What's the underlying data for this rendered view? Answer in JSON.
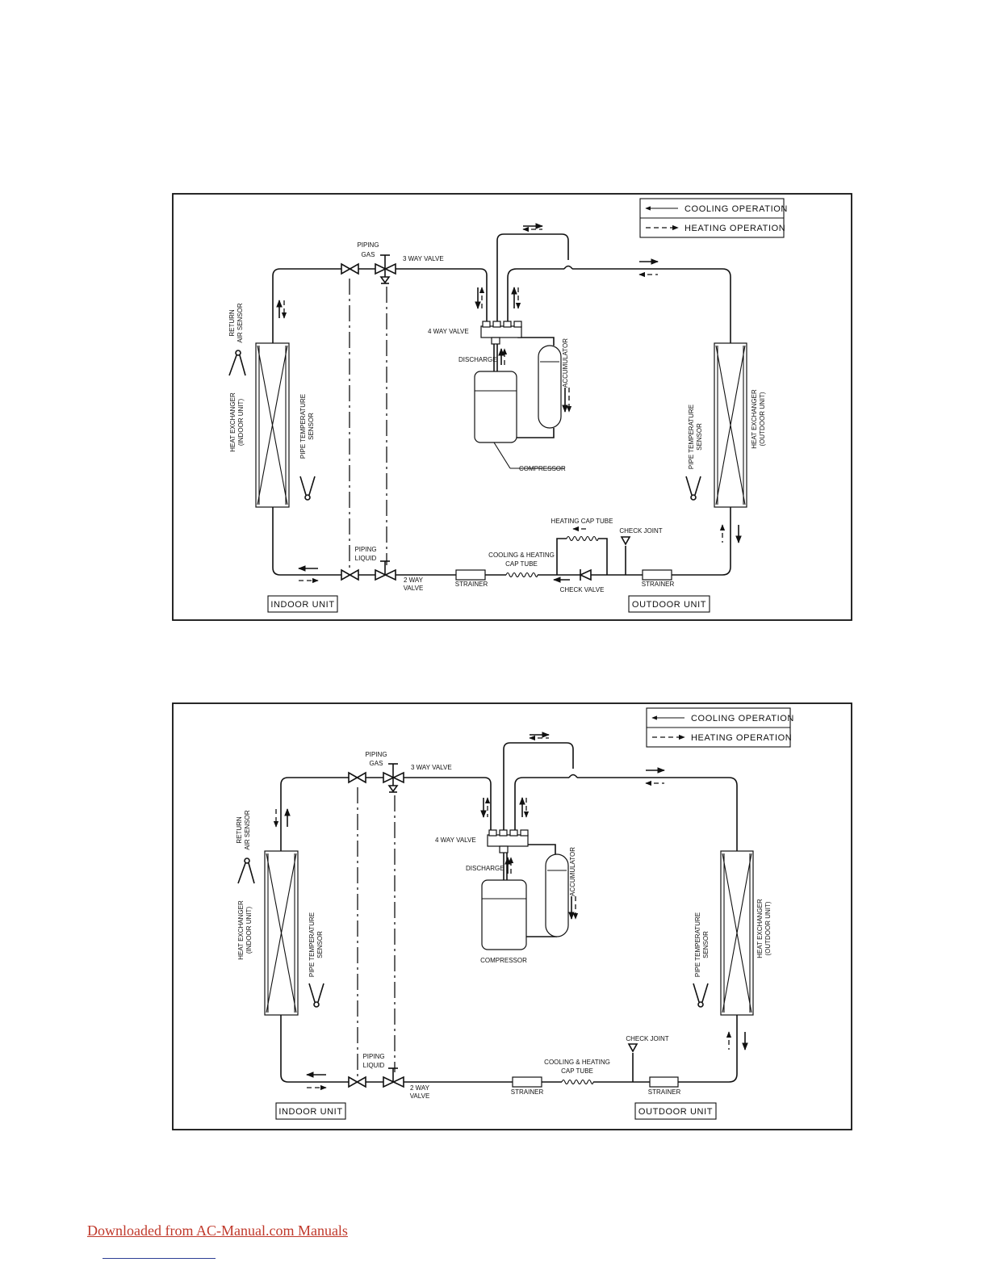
{
  "diagrams": [
    {
      "legend": {
        "cooling": "COOLING  OPERATION",
        "heating": "HEATING  OPERATION"
      },
      "labels": {
        "piping_gas": [
          "PIPING",
          "GAS"
        ],
        "three_way_valve": "3 WAY VALVE",
        "four_way_valve": "4 WAY VALVE",
        "discharge": "DISCHARGE",
        "accumulator": "ACCUMULATOR",
        "compressor": "COMPRESSOR",
        "return_air_sensor": [
          "RETURN",
          "AIR SENSOR"
        ],
        "heat_exchanger_indoor": [
          "HEAT EXCHANGER",
          "(INDOOR UNIT)"
        ],
        "pipe_temp_sensor_indoor": [
          "PIPE TEMPERATURE",
          "SENSOR"
        ],
        "pipe_temp_sensor_outdoor": [
          "PIPE TEMPERATURE",
          "SENSOR"
        ],
        "heat_exchanger_outdoor": [
          "HEAT EXCHANGER",
          "(OUTDOOR UNIT)"
        ],
        "piping_liquid": [
          "PIPING",
          "LIQUID"
        ],
        "two_way_valve": [
          "2 WAY",
          "VALVE"
        ],
        "strainer_left": "STRAINER",
        "cap_tube": [
          "COOLING & HEATING",
          "CAP TUBE"
        ],
        "heating_cap_tube": "HEATING CAP TUBE",
        "check_joint": "CHECK JOINT",
        "check_valve": "CHECK VALVE",
        "strainer_right": "STRAINER",
        "indoor_unit": "INDOOR  UNIT",
        "outdoor_unit": "OUTDOOR  UNIT"
      }
    },
    {
      "legend": {
        "cooling": "COOLING  OPERATION",
        "heating": "HEATING  OPERATION"
      },
      "labels": {
        "piping_gas": [
          "PIPING",
          "GAS"
        ],
        "three_way_valve": "3 WAY VALVE",
        "four_way_valve": "4 WAY VALVE",
        "discharge": "DISCHARGE",
        "accumulator": "ACCUMULATOR",
        "compressor": "COMPRESSOR",
        "return_air_sensor": [
          "RETURN",
          "AIR SENSOR"
        ],
        "heat_exchanger_indoor": [
          "HEAT EXCHANGER",
          "(INDOOR UNIT)"
        ],
        "pipe_temp_sensor_indoor": [
          "PIPE TEMPERATURE",
          "SENSOR"
        ],
        "pipe_temp_sensor_outdoor": [
          "PIPE TEMPERATURE",
          "SENSOR"
        ],
        "heat_exchanger_outdoor": [
          "HEAT EXCHANGER",
          "(OUTDOOR UNIT)"
        ],
        "piping_liquid": [
          "PIPING",
          "LIQUID"
        ],
        "two_way_valve": [
          "2 WAY",
          "VALVE"
        ],
        "strainer_left": "STRAINER",
        "cap_tube": [
          "COOLING & HEATING",
          "CAP TUBE"
        ],
        "check_joint": "CHECK JOINT",
        "strainer_right": "STRAINER",
        "indoor_unit": "INDOOR  UNIT",
        "outdoor_unit": "OUTDOOR  UNIT"
      }
    }
  ],
  "footer": {
    "link_text": "Downloaded from AC-Manual.com Manuals"
  }
}
